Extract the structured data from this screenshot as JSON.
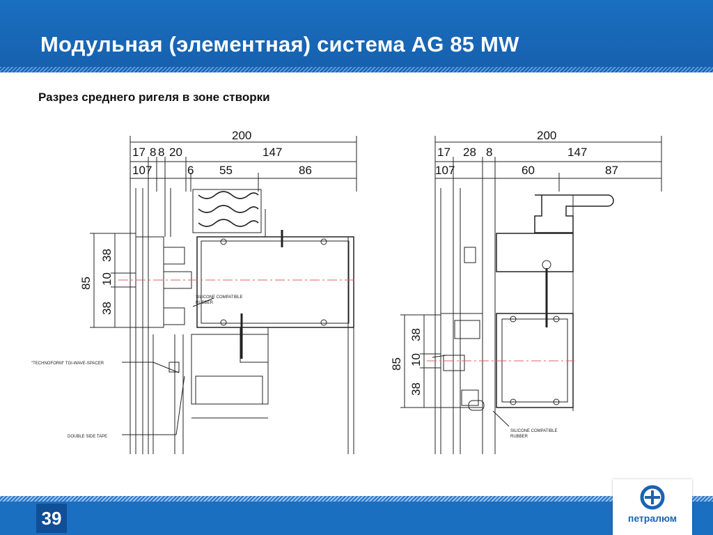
{
  "header": {
    "title": "Модульная (элементная) система AG 85 MW"
  },
  "subtitle": "Разрез среднего ригеля в зоне створки",
  "footer": {
    "page_number": "39",
    "logo_text": "петралюм"
  },
  "colors": {
    "header_blue": "#1a6fc0",
    "badge_blue": "#0f4f96",
    "logo_blue": "#1c62b1",
    "axis_red": "#e06060"
  },
  "left_drawing": {
    "dims_row1": [
      "200"
    ],
    "dims_row2": [
      "17",
      "8",
      "8",
      "20",
      "147"
    ],
    "dims_row3": [
      "10",
      "7",
      "6",
      "55",
      "86"
    ],
    "vertical_dims": [
      "85",
      "38",
      "10",
      "38"
    ],
    "callouts": [
      "SILICONE COMPATIBLE",
      "RUBBER",
      "\"TECHNOFORM\" TGI-WAVE-SPACER",
      "DOUBLE SIDE TAPE"
    ]
  },
  "right_drawing": {
    "dims_row1": [
      "200"
    ],
    "dims_row2": [
      "17",
      "28",
      "8",
      "147"
    ],
    "dims_row3": [
      "10",
      "7",
      "60",
      "87"
    ],
    "vertical_dims": [
      "85",
      "38",
      "10",
      "38"
    ],
    "callouts": [
      "SILICONE COMPATIBLE",
      "RUBBER"
    ]
  }
}
